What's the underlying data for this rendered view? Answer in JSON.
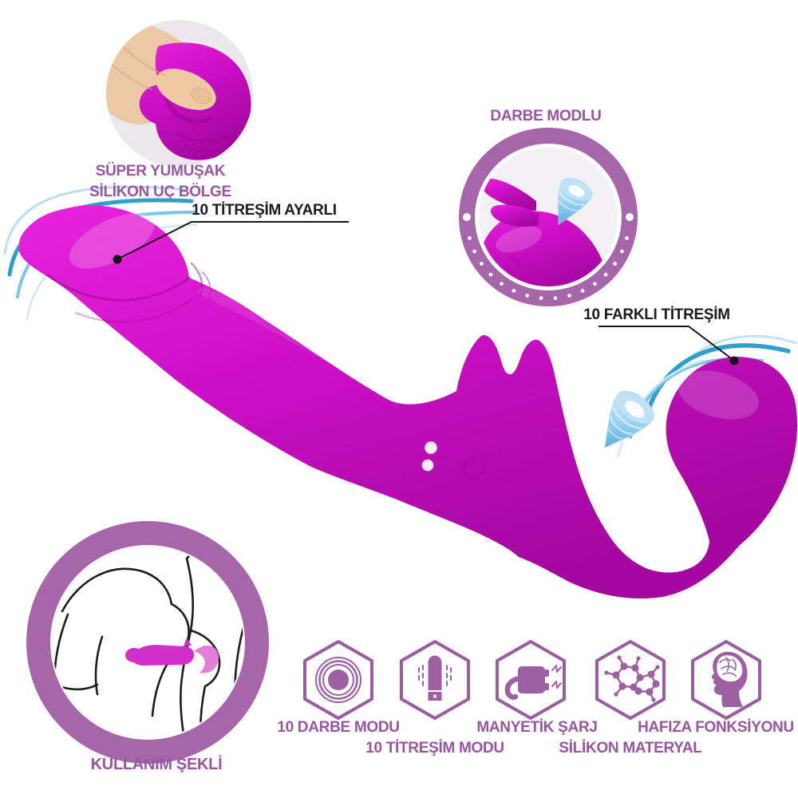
{
  "insets": {
    "soft_tip": {
      "caption_line1": "SÜPER YUMUŞAK",
      "caption_line2": "SİLİKON UÇ BÖLGE",
      "image": "hand-pressing-soft-silicone-tip"
    },
    "pulse_mode": {
      "title": "DARBE MODLU",
      "image": "close-up-ears-with-pulse-cone"
    },
    "usage": {
      "caption": "KULLANIM ŞEKLİ",
      "image": "line-art-usage-illustration"
    }
  },
  "callouts": {
    "tip": {
      "label": "10 TİTREŞİM AYARLI"
    },
    "end": {
      "label": "10 FARKLI TİTREŞİM"
    }
  },
  "features": {
    "items": [
      {
        "label": "10 DARBE MODU",
        "icon": "pulse-rings-icon"
      },
      {
        "label": "10 TİTREŞİM MODU",
        "icon": "bullet-vibrator-icon"
      },
      {
        "label": "MANYETİK ŞARJ",
        "icon": "magnetic-charger-icon"
      },
      {
        "label": "SİLİKON MATERYAL",
        "icon": "silicone-molecule-icon"
      },
      {
        "label": "HAFIZA FONKSİYONU",
        "icon": "memory-brain-icon"
      }
    ]
  },
  "product": {
    "charging_contacts": 2,
    "power_button": "power-icon"
  },
  "colors": {
    "product_magenta": "#cc10c6",
    "label_purple": "#9a55a2",
    "ring_purple": "#a766aa",
    "wave_blue": "#2f9fd0",
    "callout_black": "#1c1c1c",
    "inset_gray": "#eae8ea"
  }
}
